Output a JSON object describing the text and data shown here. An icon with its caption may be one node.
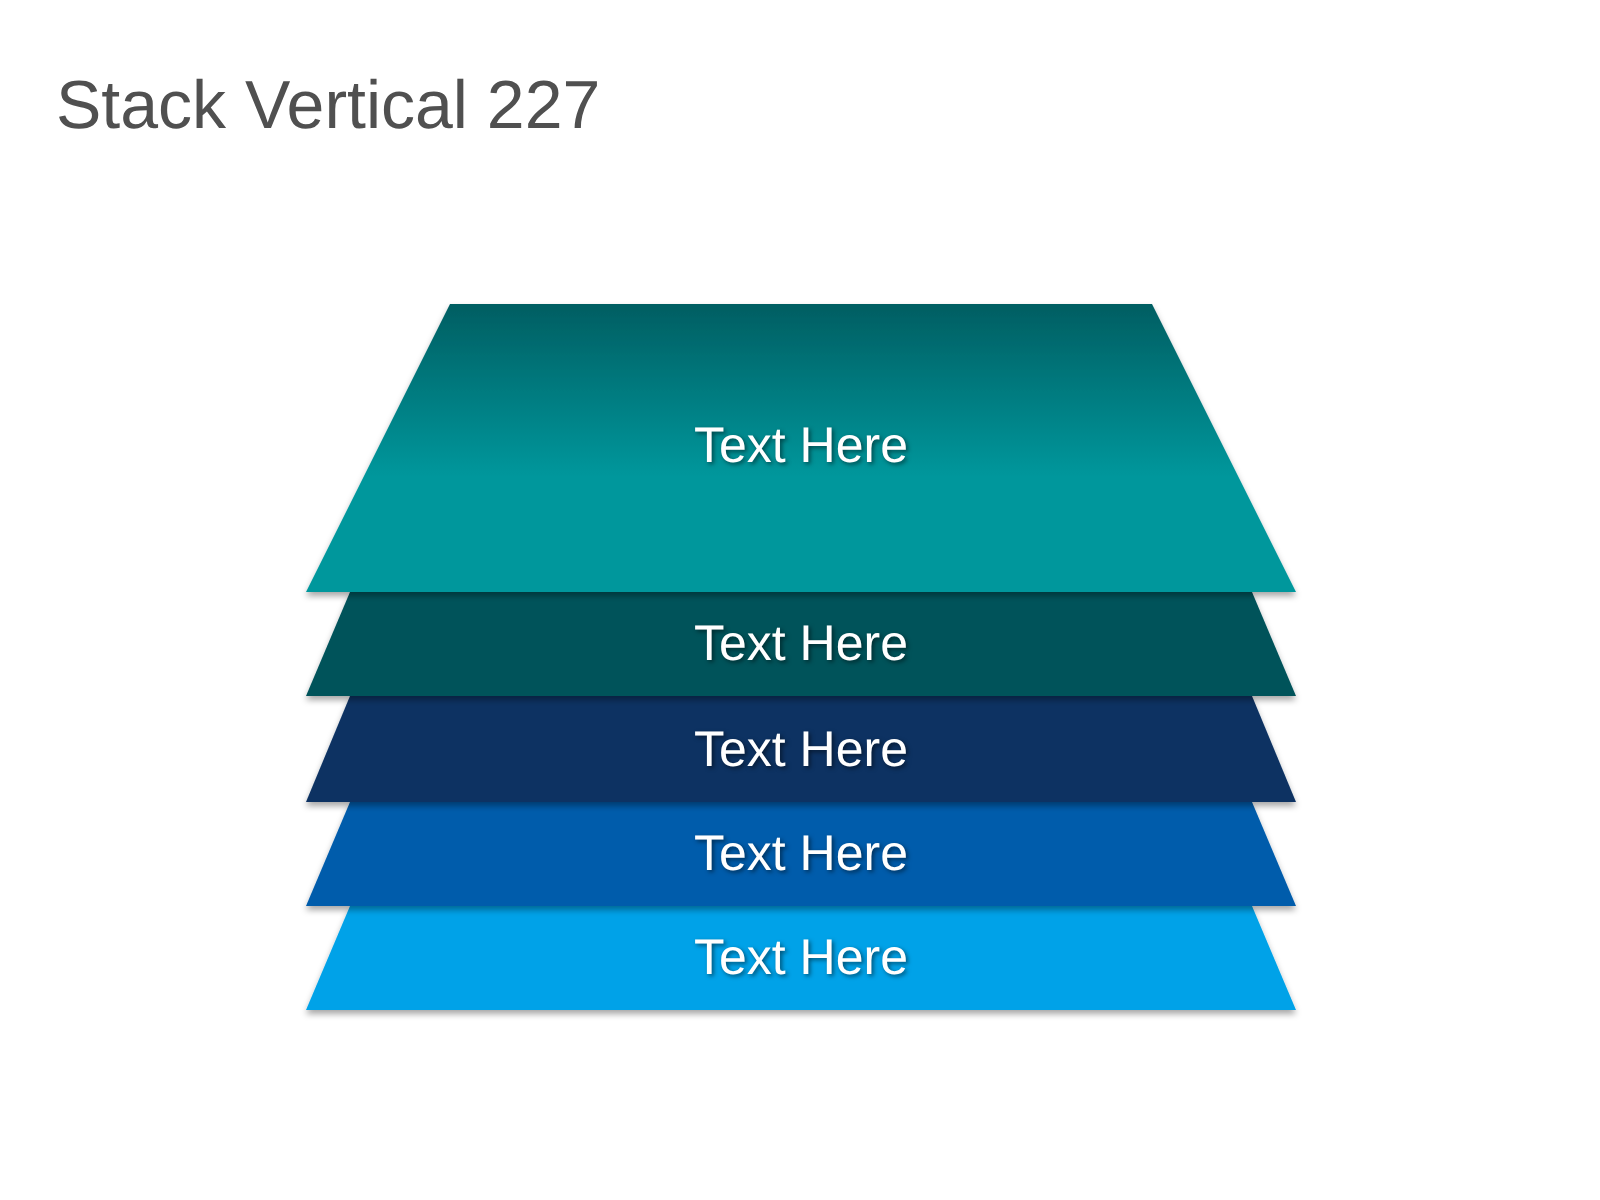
{
  "diagram": {
    "title": "Stack Vertical 227",
    "nodes": [
      {
        "text": [
          "Text Here"
        ]
      },
      {
        "text": [
          "Text Here"
        ]
      },
      {
        "text": [
          "Text Here"
        ]
      },
      {
        "text": [
          "Text Here"
        ]
      },
      {
        "text": [
          "Text Here"
        ]
      }
    ]
  }
}
